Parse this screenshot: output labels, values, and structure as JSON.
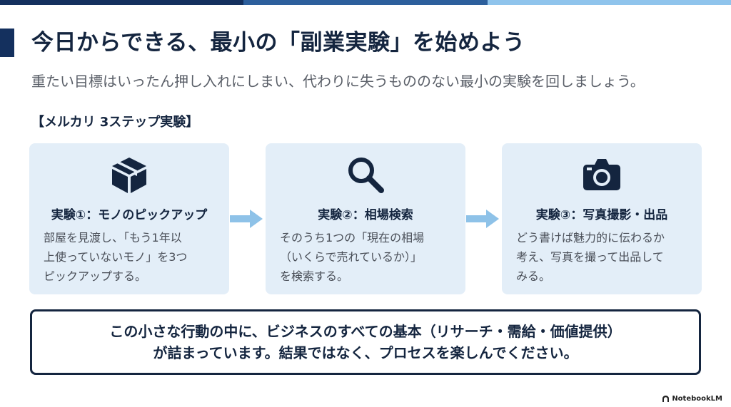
{
  "slide": {
    "title": "今日からできる、最小の「副業実験」を始めよう",
    "subtitle": "重たい目標はいったん押し入れにしまい、代わりに失うもののない最小の実験を回しましょう。",
    "steps_heading": "【メルカリ 3ステップ実験】",
    "steps": [
      {
        "icon": "box-icon",
        "title": "実験①：モノのピックアップ",
        "body": [
          "部屋を見渡し、「もう1年以",
          "上使っていないモノ」を3つ",
          "ピックアップする。"
        ]
      },
      {
        "icon": "search-icon",
        "title": "実験②：相場検索",
        "body": [
          "そのうち1つの「現在の相場",
          "（いくらで売れているか）」",
          "を検索する。"
        ]
      },
      {
        "icon": "camera-icon",
        "title": "実験③：写真撮影・出品",
        "body": [
          "どう書けば魅力的に伝わるか",
          "考え、写真を撮って出品して",
          "みる。"
        ]
      }
    ],
    "message": [
      "この小さな行動の中に、ビジネスのすべての基本（リサーチ・需給・価値提供）",
      "が詰まっています。結果ではなく、プロセスを楽しんでください。"
    ],
    "brand": "NotebookLM"
  },
  "colors": {
    "navy": "#14253f",
    "accent": "#14305e",
    "card_bg": "#e3eef8",
    "arrow": "#8ec2e8",
    "topbar": [
      "#14305e",
      "#2d5f9c",
      "#8fc4ec"
    ]
  }
}
